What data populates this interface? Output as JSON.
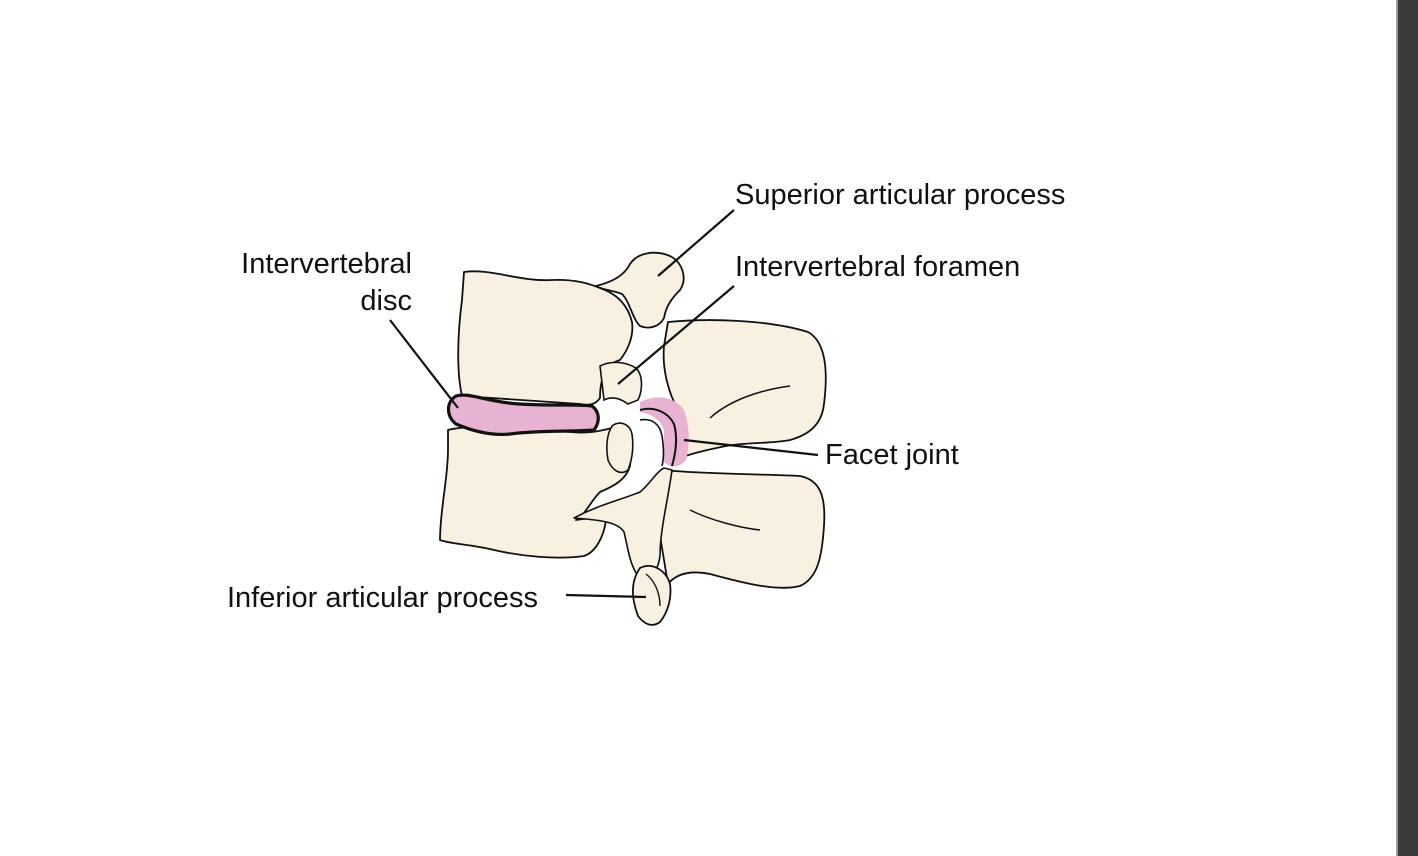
{
  "diagram": {
    "labels": {
      "superior_articular_process": "Superior articular process",
      "intervertebral_disc_line1": "Intervertebral",
      "intervertebral_disc_line2": "disc",
      "intervertebral_foramen": "Intervertebral foramen",
      "facet_joint": "Facet joint",
      "inferior_articular_process": "Inferior articular process"
    },
    "colors": {
      "bone": "#f8f0e0",
      "cartilage": "#e8b2d2",
      "outline": "#111111",
      "sidebar": "#3a3a3a"
    }
  }
}
